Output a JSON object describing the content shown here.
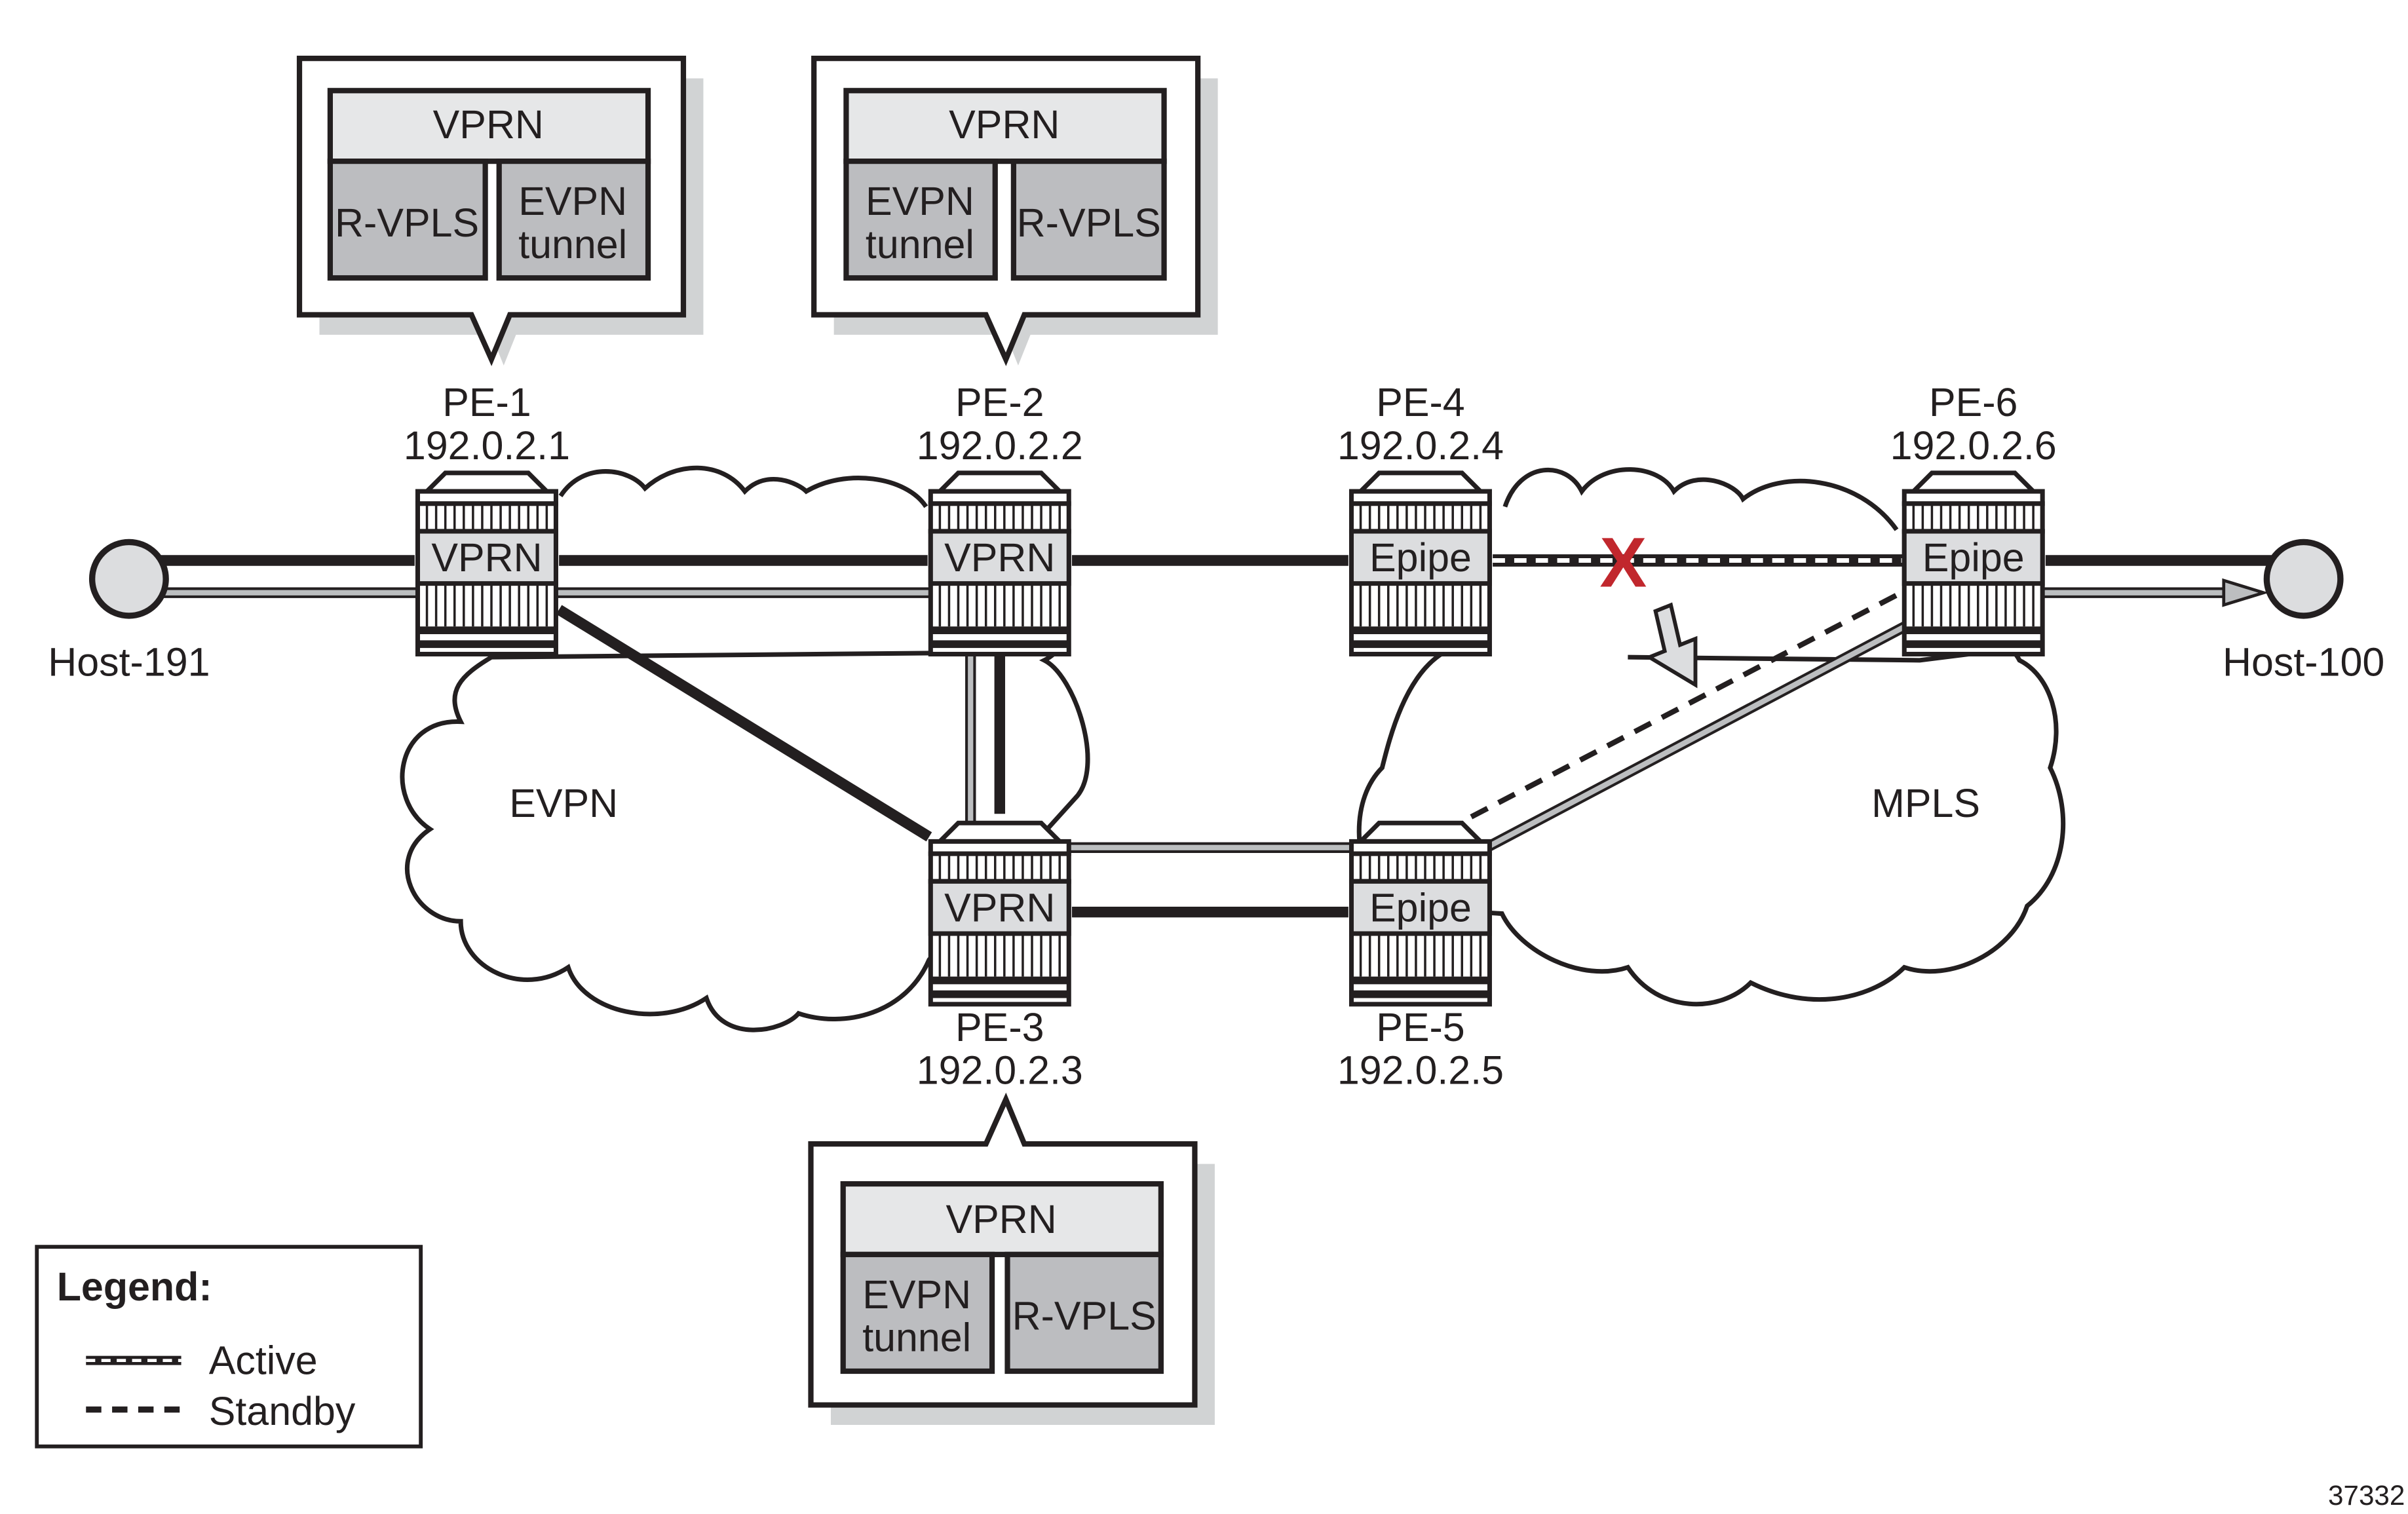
{
  "figure_number": "37332",
  "hosts": [
    {
      "id": "host-191",
      "label": "Host-191"
    },
    {
      "id": "host-100",
      "label": "Host-100"
    }
  ],
  "routers": [
    {
      "id": "pe-1",
      "name": "PE-1",
      "ip": "192.0.2.1",
      "service": "VPRN"
    },
    {
      "id": "pe-2",
      "name": "PE-2",
      "ip": "192.0.2.2",
      "service": "VPRN"
    },
    {
      "id": "pe-3",
      "name": "PE-3",
      "ip": "192.0.2.3",
      "service": "VPRN"
    },
    {
      "id": "pe-4",
      "name": "PE-4",
      "ip": "192.0.2.4",
      "service": "Epipe"
    },
    {
      "id": "pe-5",
      "name": "PE-5",
      "ip": "192.0.2.5",
      "service": "Epipe"
    },
    {
      "id": "pe-6",
      "name": "PE-6",
      "ip": "192.0.2.6",
      "service": "Epipe"
    }
  ],
  "clouds": [
    {
      "id": "evpn",
      "label": "EVPN"
    },
    {
      "id": "mpls",
      "label": "MPLS"
    }
  ],
  "callouts": [
    {
      "router": "PE-1",
      "top": "VPRN",
      "left": "R-VPLS",
      "right_line1": "EVPN",
      "right_line2": "tunnel"
    },
    {
      "router": "PE-2",
      "top": "VPRN",
      "left_line1": "EVPN",
      "left_line2": "tunnel",
      "right": "R-VPLS"
    },
    {
      "router": "PE-3",
      "top": "VPRN",
      "left_line1": "EVPN",
      "left_line2": "tunnel",
      "right": "R-VPLS"
    }
  ],
  "links": [
    {
      "from": "Host-191",
      "to": "PE-1",
      "style": "solid"
    },
    {
      "from": "PE-1",
      "to": "PE-2",
      "style": "solid"
    },
    {
      "from": "PE-2",
      "to": "PE-4",
      "style": "solid"
    },
    {
      "from": "PE-1",
      "to": "PE-3",
      "style": "solid"
    },
    {
      "from": "PE-2",
      "to": "PE-3",
      "style": "solid"
    },
    {
      "from": "PE-3",
      "to": "PE-5",
      "style": "solid"
    },
    {
      "from": "PE-6",
      "to": "Host-100",
      "style": "solid"
    },
    {
      "from": "PE-4",
      "to": "PE-6",
      "style": "active",
      "failed": true
    },
    {
      "from": "PE-5",
      "to": "PE-6",
      "style": "standby"
    }
  ],
  "traffic_path": [
    "Host-191",
    "PE-1",
    "PE-2",
    "PE-3",
    "PE-5",
    "PE-6",
    "Host-100"
  ],
  "failure_marker": "X",
  "legend": {
    "title": "Legend:",
    "items": [
      {
        "style": "active",
        "label": "Active"
      },
      {
        "style": "standby",
        "label": "Standby"
      }
    ]
  },
  "colors": {
    "line": "#231f20",
    "failure": "#c1272d",
    "service_fill": "#dcdddf",
    "subservice_fill": "#bcbdc0",
    "path_fill": "#bcbec0",
    "shadow": "#d1d3d4"
  }
}
